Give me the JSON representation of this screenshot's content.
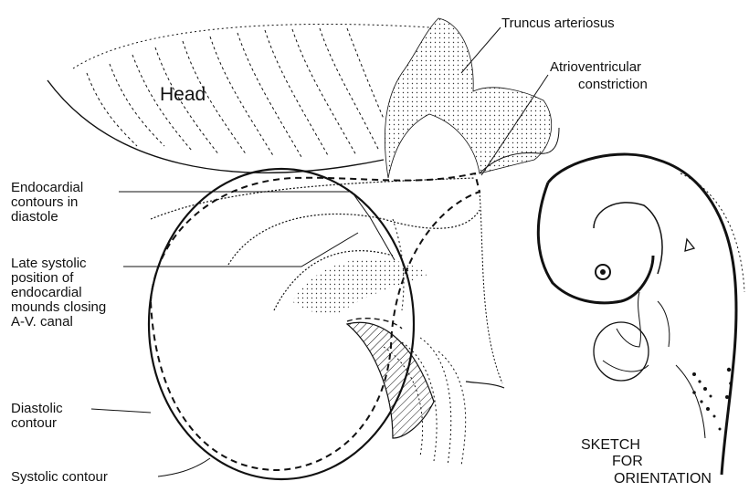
{
  "labels": {
    "head": "Head",
    "truncus": "Truncus arteriosus",
    "av_constriction": [
      "Atrioventricular",
      "constriction"
    ],
    "endocardial_diastole": [
      "Endocardial",
      "contours in",
      "diastole"
    ],
    "late_systolic": [
      "Late systolic",
      "position of",
      "endocardial",
      "mounds closing",
      "A-V. canal"
    ],
    "diastolic_contour": [
      "Diastolic",
      "contour"
    ],
    "systolic_contour": "Systolic contour",
    "sketch": [
      "SKETCH",
      "FOR",
      "ORIENTATION"
    ]
  }
}
